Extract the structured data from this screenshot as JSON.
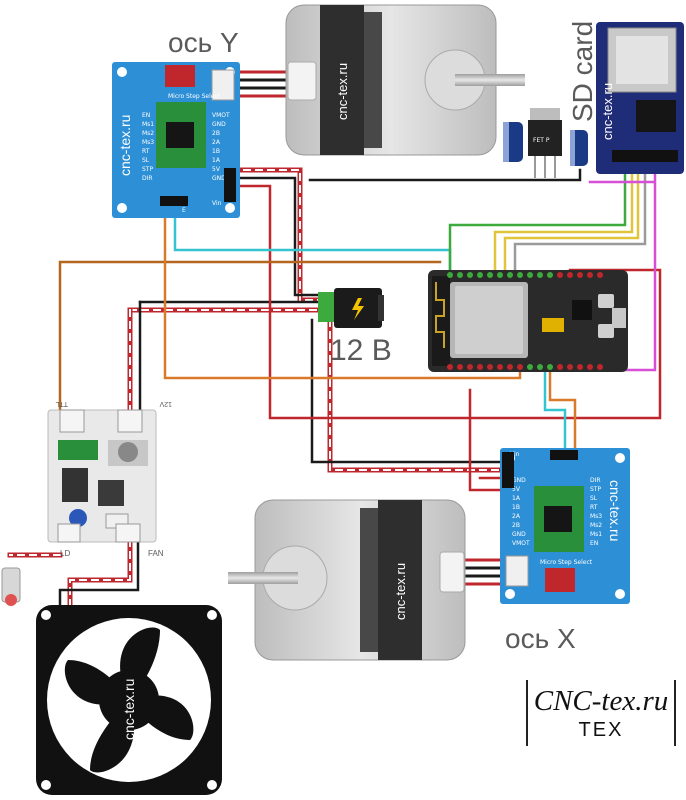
{
  "labels": {
    "axis_y": "ось Y",
    "axis_x": "ось X",
    "sd_card": "SD card",
    "power": "12 В"
  },
  "branding": {
    "board_text": "cnc-tex.ru",
    "logo_main": "CNC-tex.ru",
    "logo_sub": "TEX"
  },
  "driver": {
    "pins_left": [
      "EN",
      "Ms1",
      "Ms2",
      "Ms3",
      "RT",
      "SL",
      "STP",
      "DIR"
    ],
    "pins_right": [
      "VMOT",
      "GND",
      "2B",
      "2A",
      "1B",
      "1A",
      "5V",
      "GND"
    ],
    "micro_step": "Micro Step Select",
    "vin": "Vin",
    "e_label": "E"
  },
  "laser_module": {
    "ttl": "TTL",
    "v12": "12V",
    "ld": "LD",
    "fan": "FAN"
  },
  "colors": {
    "driver_board": "#2d8fd6",
    "red_wire": "#c0272d",
    "black_wire": "#1a1a1a",
    "brown_wire": "#b5651d",
    "orange_wire": "#d97a2b",
    "cyan_wire": "#33c4d0",
    "green_wire": "#3daa3d",
    "yellow_wire": "#e0c43a",
    "magenta_wire": "#d64fd6",
    "grey_wire": "#9a9a9a"
  }
}
